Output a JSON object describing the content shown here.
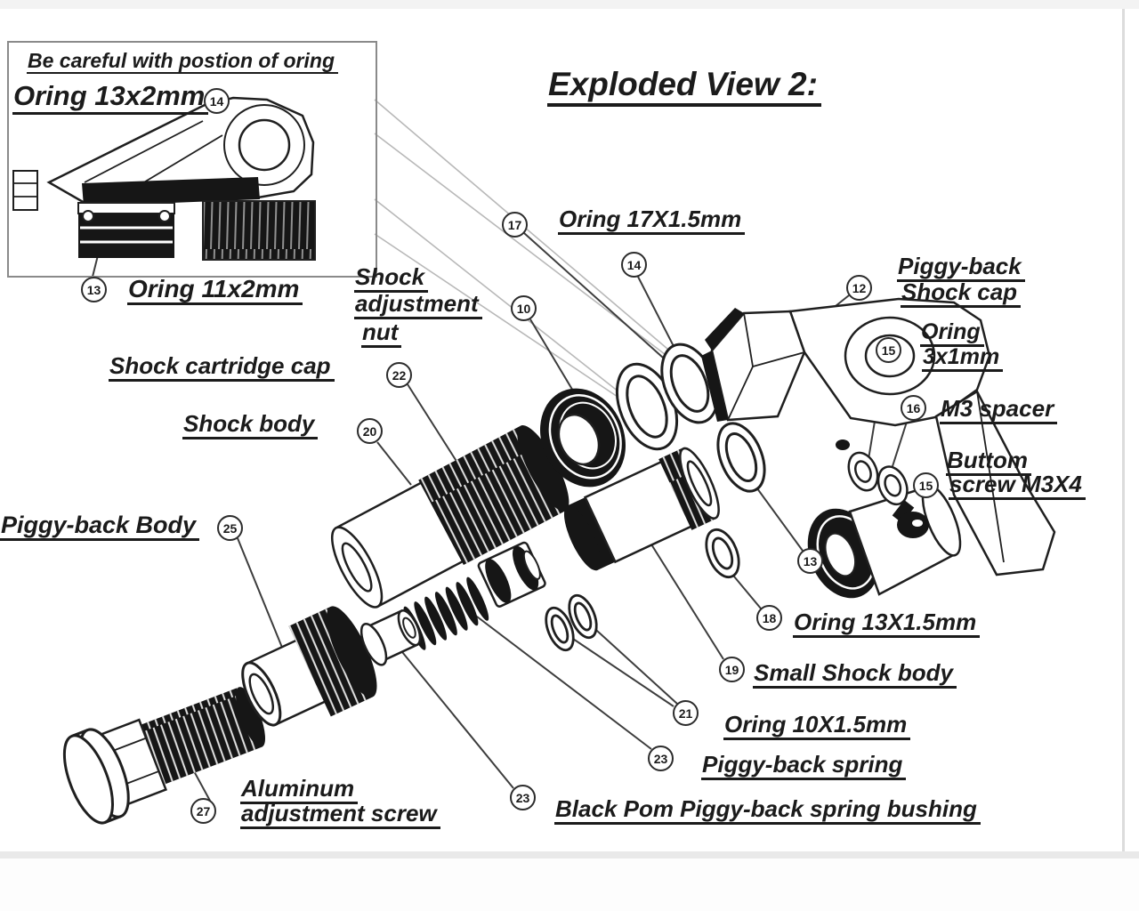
{
  "title": "Exploded View 2:",
  "ink_color": "#1b1b1b",
  "guide_line_color": "#b8b8b8",
  "inset": {
    "note": "Be careful  with postion of oring",
    "labels": {
      "oring_13x2": "Oring 13x2mm",
      "oring_11x2": "Oring 11x2mm"
    },
    "callouts": {
      "c14": "14",
      "c13": "13"
    }
  },
  "labels": {
    "oring_17x15": "Oring 17X1.5mm",
    "shock_adjustment_nut": [
      "Shock",
      "adjustment",
      "nut"
    ],
    "shock_cartridge_cap": "Shock cartridge cap",
    "shock_body": "Shock body",
    "piggy_back_shock_cap": [
      "Piggy-back",
      "Shock cap"
    ],
    "oring_3x1": [
      "Oring",
      "3x1mm"
    ],
    "m3_spacer": "M3 spacer",
    "buttom_screw": [
      "Buttom",
      "screw M3X4"
    ],
    "piggy_back_body": "Piggy-back Body",
    "oring_13x15": "Oring 13X1.5mm",
    "small_shock_body": "Small Shock body",
    "oring_10x15": "Oring 10X1.5mm",
    "piggy_back_spring": "Piggy-back spring",
    "black_pom_bushing": "Black Pom Piggy-back spring bushing",
    "aluminum_screw": [
      "Aluminum",
      "adjustment  screw"
    ]
  },
  "callouts": {
    "c17": "17",
    "c14": "14",
    "c10": "10",
    "c22": "22",
    "c20": "20",
    "c12": "12",
    "c15_oring": "15",
    "c16": "16",
    "c15_screw": "15",
    "c13": "13",
    "c18": "18",
    "c19": "19",
    "c21": "21",
    "c23_spring": "23",
    "c23_bushing": "23",
    "c25": "25",
    "c27": "27"
  }
}
